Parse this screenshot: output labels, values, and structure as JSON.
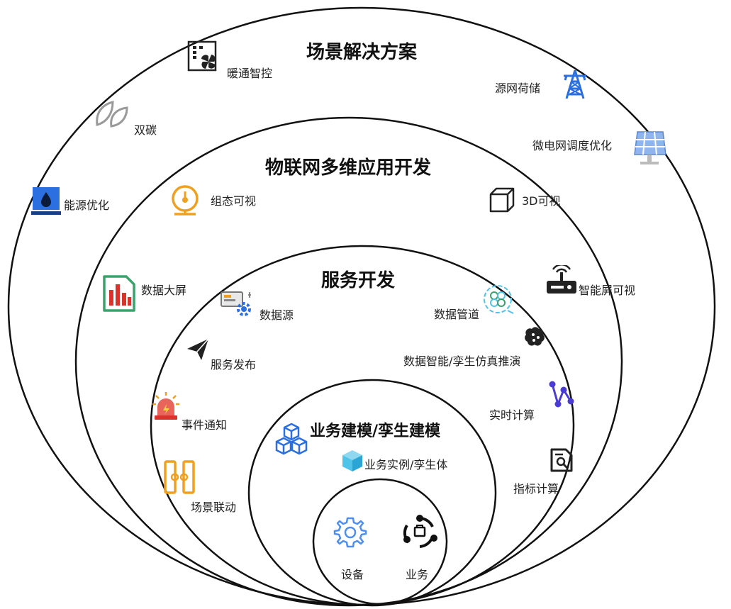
{
  "layers": {
    "scene_solutions": {
      "title": "场景解决方案",
      "items": {
        "hvac": "暖通智控",
        "carbon": "双碳",
        "energy": "能源优化",
        "source_grid": "源网荷储",
        "microgrid": "微电网调度优化"
      }
    },
    "iot_apps": {
      "title": "物联网多维应用开发",
      "items": {
        "config_visual": "组态可视",
        "visual_3d": "3D可视",
        "data_screen": "数据大屏",
        "smart_screen": "智能屏可视"
      }
    },
    "service_dev": {
      "title": "服务开发",
      "items": {
        "data_source": "数据源",
        "data_pipeline": "数据管道",
        "service_publish": "服务发布",
        "data_intel": "数据智能/孪生仿真推演",
        "event_notify": "事件通知",
        "realtime_calc": "实时计算",
        "scene_linkage": "场景联动",
        "indicator_calc": "指标计算"
      }
    },
    "modeling": {
      "title": "业务建模/孪生建模",
      "items": {
        "instance": "业务实例/孪生体"
      }
    },
    "core": {
      "items": {
        "device": "设备",
        "business": "业务"
      }
    }
  },
  "icons": {
    "hvac": "building-fan-icon",
    "carbon": "leaves-icon",
    "energy": "water-drop-panel-icon",
    "source_grid": "power-tower-icon",
    "microgrid": "solar-panel-icon",
    "config_visual": "gauge-icon",
    "visual_3d": "cube-outline-icon",
    "data_screen": "bar-chart-icon",
    "smart_screen": "router-icon",
    "data_source": "monitor-gear-icon",
    "data_pipeline": "network-circle-icon",
    "service_publish": "paper-plane-icon",
    "data_intel": "brain-icon",
    "event_notify": "alarm-siren-icon",
    "realtime_calc": "connected-nodes-icon",
    "scene_linkage": "link-chain-icon",
    "indicator_calc": "report-search-icon",
    "modeling": "cubes-stack-icon",
    "instance": "cube-icon",
    "device": "gear-icon",
    "business": "business-cycle-icon"
  },
  "colors": {
    "ring": "#111111",
    "blue": "#2b6fe0",
    "orange": "#f0a020",
    "red": "#d9342b",
    "green": "#3aa36b",
    "gray": "#9a9a9a",
    "purple": "#4a3bd6",
    "cyan": "#4fc3e8"
  }
}
